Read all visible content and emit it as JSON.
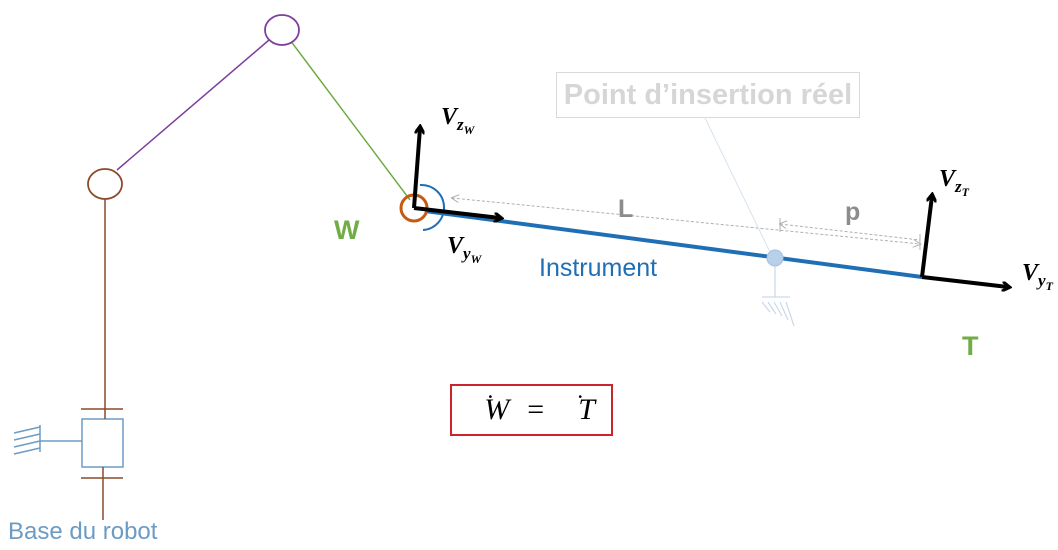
{
  "labels": {
    "insertion_point": "Point d’insertion réel",
    "wrist": "W",
    "tip": "T",
    "instrument": "Instrument",
    "length": "L",
    "depth": "p",
    "base": "Base du robot"
  },
  "vectors": {
    "vzw_main": "V",
    "vzw_sub": "z",
    "vzw_subsub": "W",
    "vyw_main": "V",
    "vyw_sub": "y",
    "vyw_subsub": "W",
    "vzt_main": "V",
    "vzt_sub": "z",
    "vzt_subsub": "T",
    "vyt_main": "V",
    "vyt_sub": "y",
    "vyt_subsub": "T"
  },
  "equation": {
    "left": "W",
    "op": "=",
    "right": "T",
    "dot": "˙"
  },
  "colors": {
    "purple": "#7c3f9e",
    "green": "#71ad47",
    "brown": "#8b4a2b",
    "orange_joint": "#c55a11",
    "instrument_blue": "#1f6fb4",
    "light_blue": "#6c9bc4",
    "gray": "#8c8c8c",
    "light_gray": "#d6d6d6",
    "red": "#c8252c",
    "black": "#000000"
  }
}
